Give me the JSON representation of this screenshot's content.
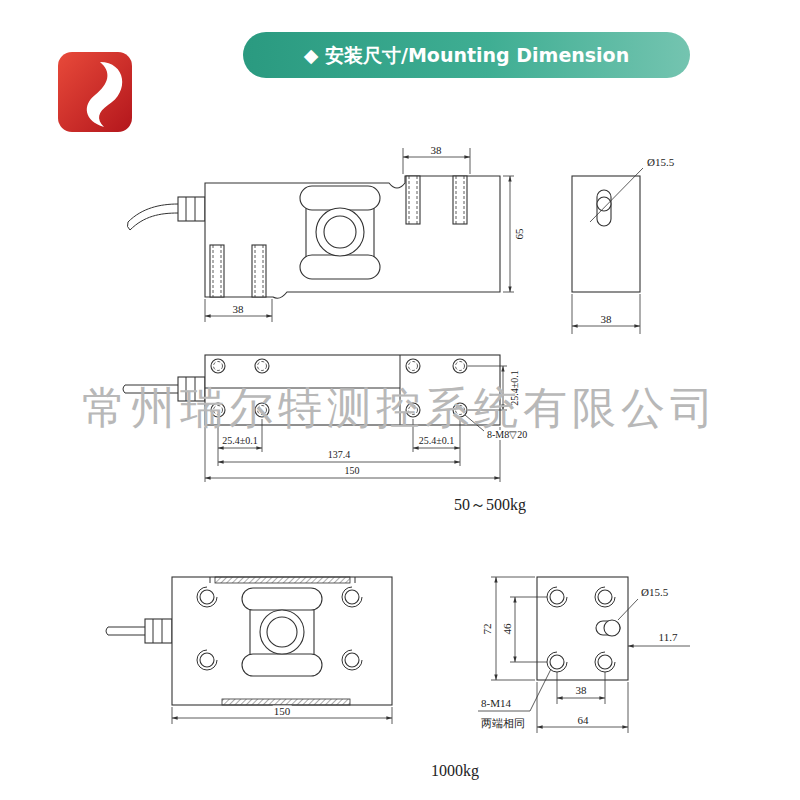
{
  "diagram": {
    "nodes": [
      {
        "text": [
          "◆ 安装尺寸/Mounting Dimension"
        ]
      }
    ],
    "labels": [
      "38",
      "65",
      "38",
      "Ø15.5",
      "38",
      "25.4±0.1",
      "8-M8▽20",
      "25.4±0.1",
      "25.4±0.1",
      "137.4",
      "150",
      "50～500kg",
      "150",
      "Ø15.5",
      "72",
      "46",
      "11.7",
      "8-M14",
      "两端相同",
      "38",
      "64",
      "1000kg",
      "常州瑞尔特测控系统有限公司"
    ]
  }
}
